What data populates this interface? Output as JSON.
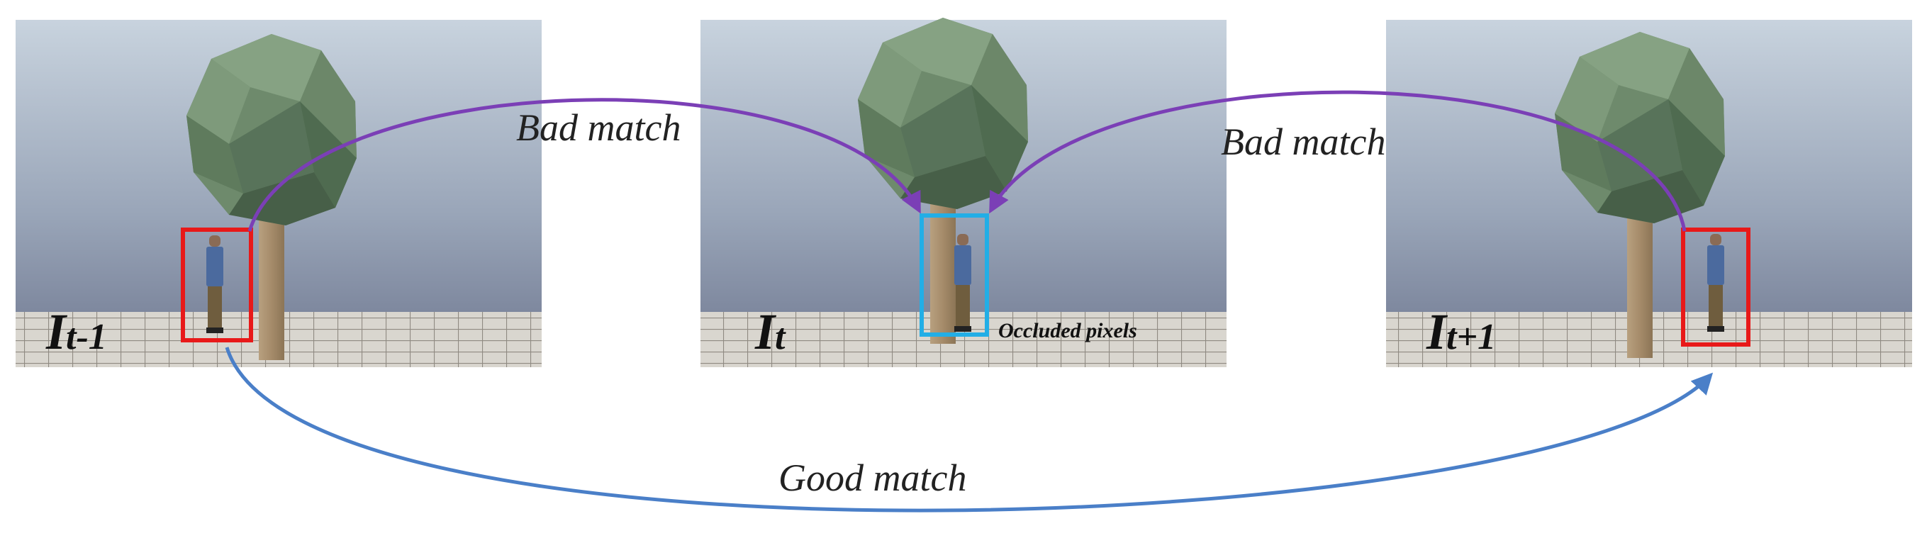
{
  "frames": [
    {
      "id": "prev",
      "label_main": "I",
      "label_sub": "t-1",
      "box_color": "#e81919"
    },
    {
      "id": "curr",
      "label_main": "I",
      "label_sub": "t",
      "box_color": "#22aee6",
      "annotation": "Occluded pixels"
    },
    {
      "id": "next",
      "label_main": "I",
      "label_sub": "t+1",
      "box_color": "#e81919"
    }
  ],
  "matches": [
    {
      "id": "bad-left",
      "label": "Bad match",
      "color": "#7b3fb6"
    },
    {
      "id": "bad-right",
      "label": "Bad match",
      "color": "#7b3fb6"
    },
    {
      "id": "good",
      "label": "Good match",
      "color": "#4a7fc8"
    }
  ]
}
